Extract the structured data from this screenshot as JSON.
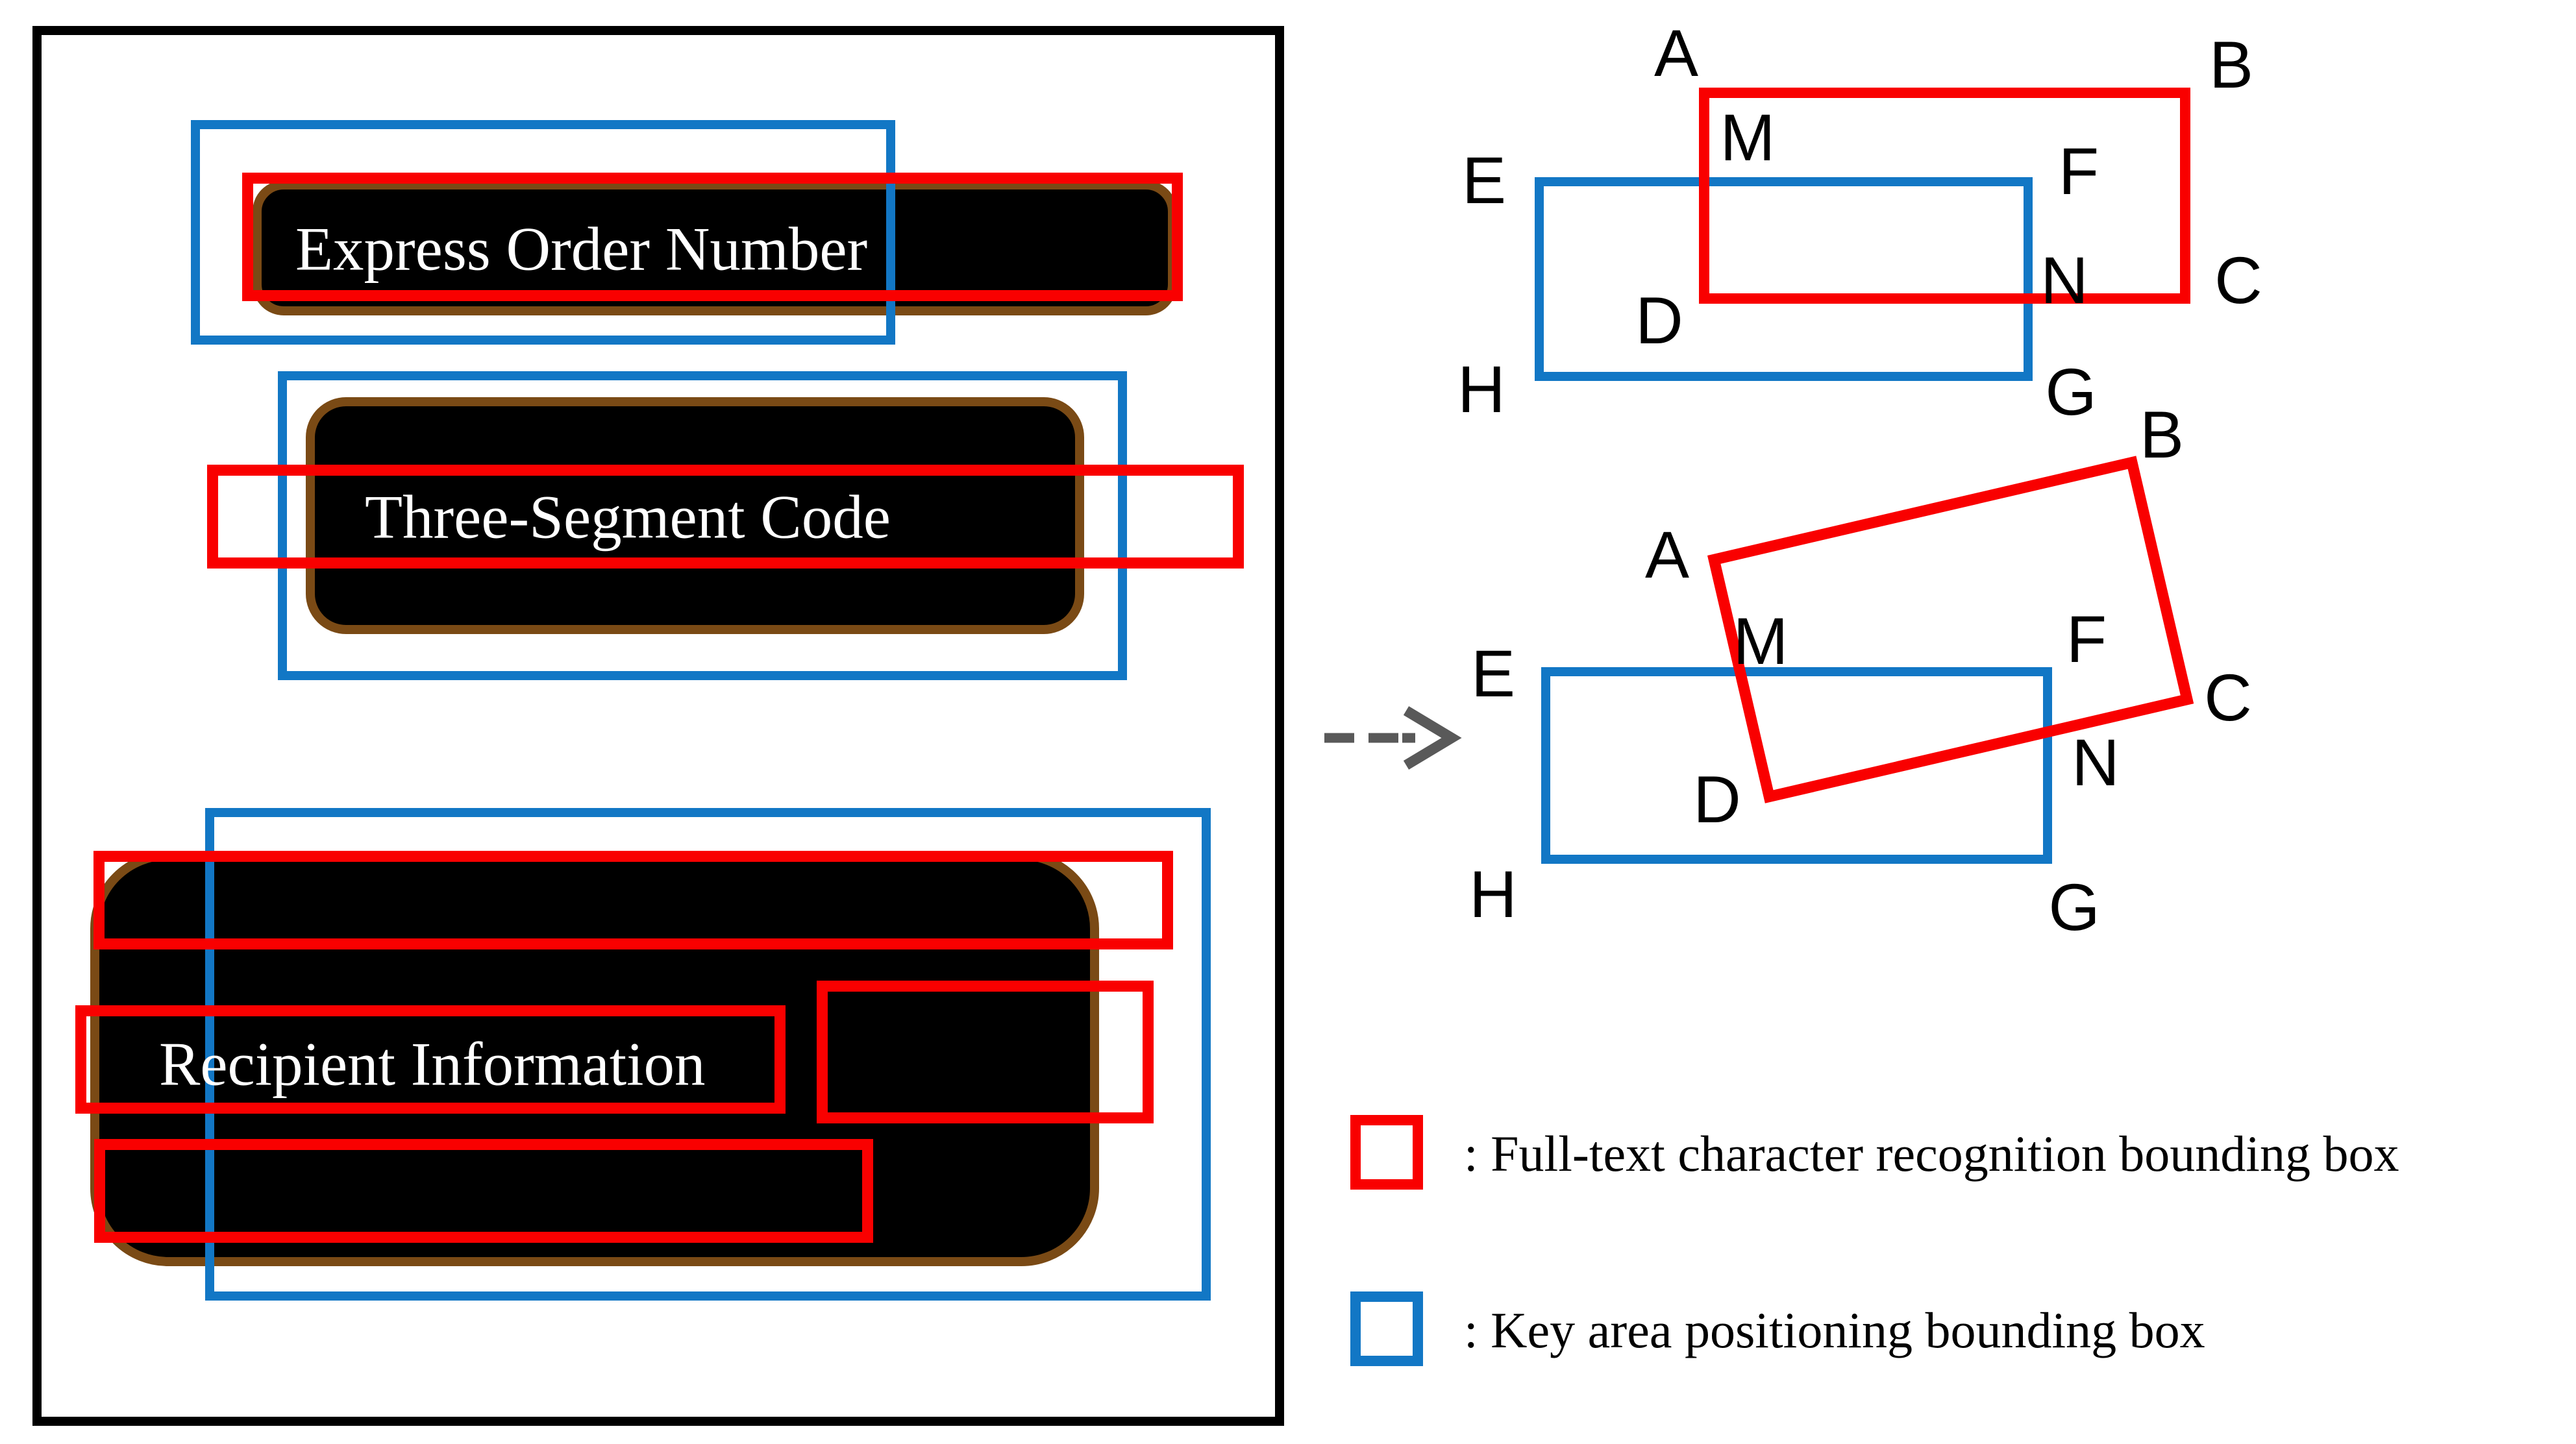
{
  "colors": {
    "recognition_box_red": "#f90000",
    "positioning_box_blue": "#1277c5",
    "field_border_brown": "#7a4a15",
    "field_fill_black": "#000000",
    "arrow_gray": "#595959",
    "background": "#ffffff"
  },
  "document_fields": [
    {
      "label": "Express Order Number"
    },
    {
      "label": "Three-Segment Code"
    },
    {
      "label": "Recipient Information"
    }
  ],
  "corner_letters": {
    "a": "A",
    "b": "B",
    "c": "C",
    "d": "D",
    "e": "E",
    "f": "F",
    "g": "G",
    "h": "H",
    "m": "M",
    "n": "N"
  },
  "legend": {
    "items": [
      {
        "color_name": "red",
        "label": ": Full-text character recognition bounding box"
      },
      {
        "color_name": "blue",
        "label": ": Key area positioning bounding box"
      }
    ]
  }
}
